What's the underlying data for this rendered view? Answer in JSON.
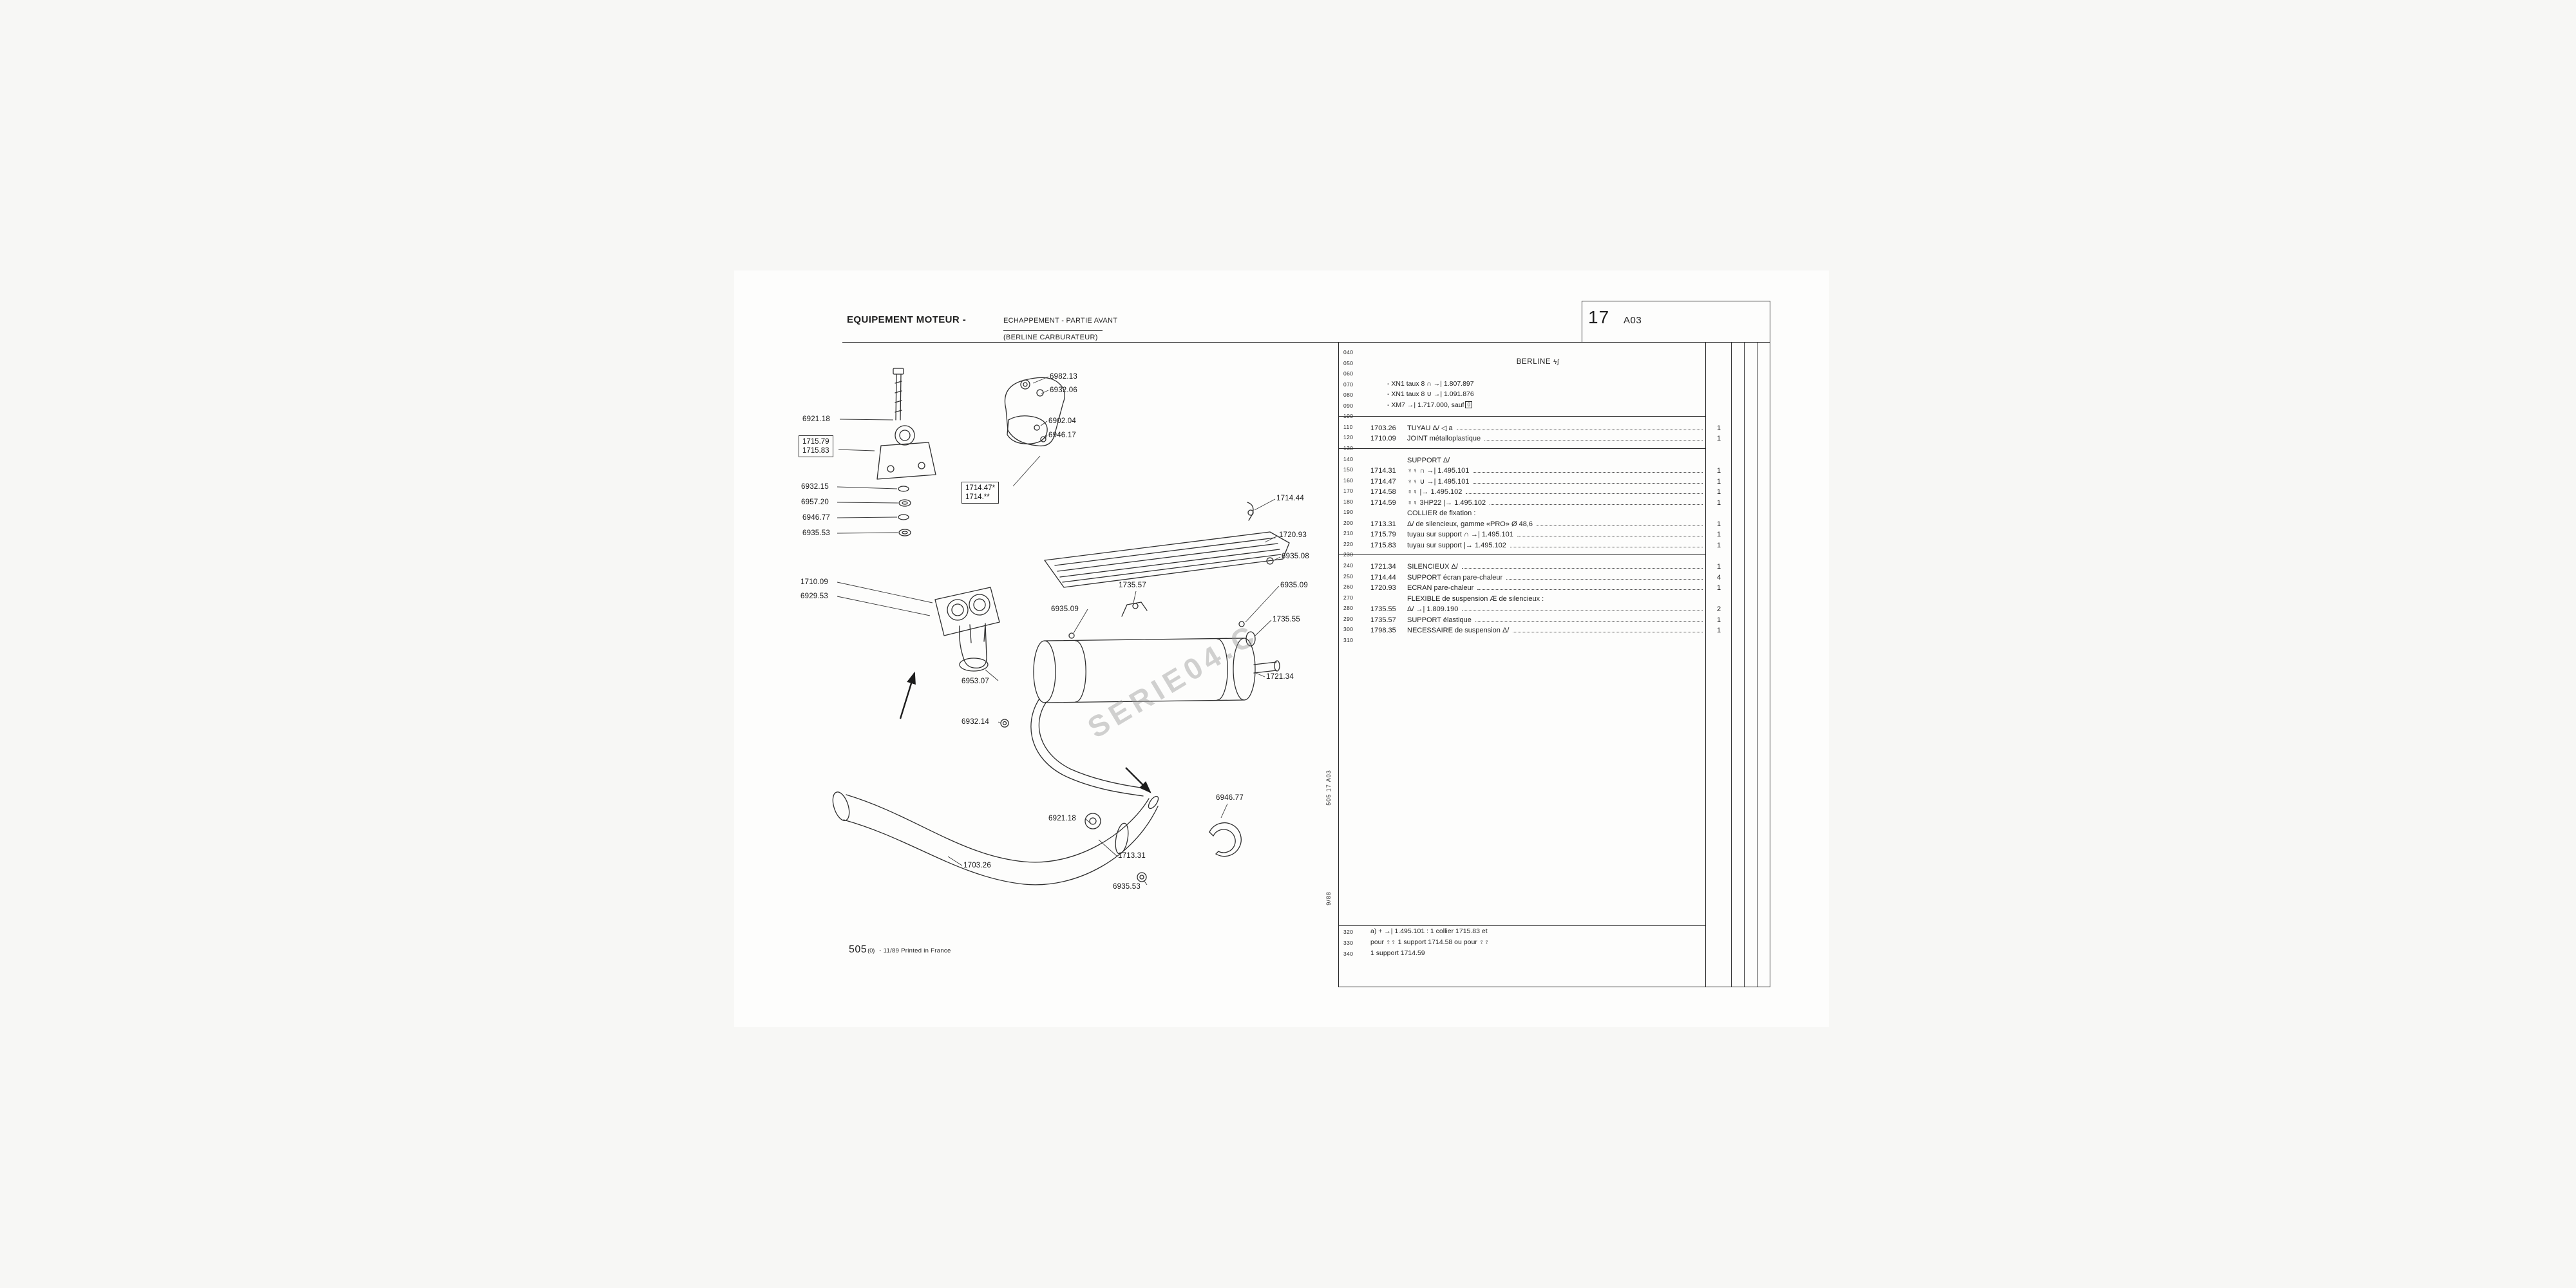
{
  "header": {
    "section": "EQUIPEMENT MOTEUR -",
    "title_line1": "ECHAPPEMENT - PARTIE AVANT",
    "title_line2": "(BERLINE CARBURATEUR)",
    "page_number": "17",
    "page_code": "A03"
  },
  "watermark": "SERIE04.C",
  "side_labels": {
    "vertical_ref": "505  17  A03",
    "vertical_date": "9/88"
  },
  "footer": {
    "ref": "505",
    "sub": "(0)",
    "note": "- 11/89 Printed in France"
  },
  "diagram": {
    "boxed_groups": [
      {
        "lines": [
          "1715.79",
          "1715.83"
        ]
      },
      {
        "lines": [
          "1714.47*",
          "1714.**"
        ]
      }
    ],
    "labels": [
      {
        "text": "6982.13"
      },
      {
        "text": "6932.06"
      },
      {
        "text": "6921.18"
      },
      {
        "text": "6902.04"
      },
      {
        "text": "6946.17"
      },
      {
        "text": "6932.15"
      },
      {
        "text": "6957.20"
      },
      {
        "text": "6946.77"
      },
      {
        "text": "6935.53"
      },
      {
        "text": "1714.44"
      },
      {
        "text": "1720.93"
      },
      {
        "text": "6935.08"
      },
      {
        "text": "1710.09"
      },
      {
        "text": "6929.53"
      },
      {
        "text": "1735.57"
      },
      {
        "text": "6935.09"
      },
      {
        "text": "6935.09"
      },
      {
        "text": "1735.55"
      },
      {
        "text": "6953.07"
      },
      {
        "text": "1721.34"
      },
      {
        "text": "6932.14"
      },
      {
        "text": "6946.77"
      },
      {
        "text": "6921.18"
      },
      {
        "text": "1713.31"
      },
      {
        "text": "1703.26"
      },
      {
        "text": "6935.53"
      }
    ]
  },
  "table": {
    "ruler": [
      "040",
      "050",
      "060",
      "070",
      "080",
      "090",
      "100",
      "110",
      "120",
      "130",
      "140",
      "150",
      "160",
      "170",
      "180",
      "190",
      "200",
      "210",
      "220",
      "230",
      "240",
      "250",
      "260",
      "270",
      "280",
      "290",
      "300",
      "310"
    ],
    "ruler_bottom": [
      "320",
      "330",
      "340"
    ],
    "header_block": {
      "title": "BERLINE",
      "title_symbols": "ϟ∫",
      "variants": [
        {
          "line": "070",
          "text": "- XN1 taux 8 ∩ →| 1.807.897"
        },
        {
          "line": "080",
          "text": "- XN1 taux 8 ∪ →| 1.091.876"
        },
        {
          "line": "090",
          "text": "- XM7 →| 1.717.000, sauf",
          "boxed": "0"
        }
      ]
    },
    "rows": [
      {
        "line": "110",
        "ref": "1703.26",
        "desc": "TUYAU Δ/ ◁ a",
        "qty": "1"
      },
      {
        "line": "120",
        "ref": "1710.09",
        "desc": "JOINT métalloplastique",
        "qty": "1"
      },
      {
        "line": "140",
        "ref": "",
        "desc": "SUPPORT Δ/",
        "qty": ""
      },
      {
        "line": "150",
        "ref": "1714.31",
        "desc": "♀♀ ∩ →| 1.495.101",
        "qty": "1"
      },
      {
        "line": "160",
        "ref": "1714.47",
        "desc": "♀♀ ∪ →| 1.495.101",
        "qty": "1"
      },
      {
        "line": "170",
        "ref": "1714.58",
        "desc": "♀♀ |→ 1.495.102",
        "qty": "1"
      },
      {
        "line": "180",
        "ref": "1714.59",
        "desc": "♀♀ 3HP22 |→ 1.495.102",
        "qty": "1"
      },
      {
        "line": "190",
        "ref": "",
        "desc": "COLLIER de fixation :",
        "qty": ""
      },
      {
        "line": "200",
        "ref": "1713.31",
        "desc": "Δ/ de silencieux, gamme «PRO» Ø 48,6",
        "qty": "1"
      },
      {
        "line": "210",
        "ref": "1715.79",
        "desc": "tuyau sur support ∩ →| 1.495.101",
        "qty": "1"
      },
      {
        "line": "220",
        "ref": "1715.83",
        "desc": "tuyau sur support |→ 1.495.102",
        "qty": "1"
      },
      {
        "line": "240",
        "ref": "1721.34",
        "desc": "SILENCIEUX Δ/",
        "qty": "1"
      },
      {
        "line": "250",
        "ref": "1714.44",
        "desc": "SUPPORT écran pare-chaleur",
        "qty": "4"
      },
      {
        "line": "260",
        "ref": "1720.93",
        "desc": "ECRAN pare-chaleur",
        "qty": "1"
      },
      {
        "line": "270",
        "ref": "",
        "desc": "FLEXIBLE de suspension Æ de silencieux :",
        "qty": ""
      },
      {
        "line": "280",
        "ref": "1735.55",
        "desc": "Δ/ →| 1.809.190",
        "qty": "2"
      },
      {
        "line": "290",
        "ref": "1735.57",
        "desc": "SUPPORT élastique",
        "qty": "1"
      },
      {
        "line": "300",
        "ref": "1798.35",
        "desc": "NECESSAIRE de suspension Δ/",
        "qty": "1"
      }
    ],
    "notes": [
      "a) + →| 1.495.101 : 1 collier 1715.83 et",
      "pour ♀♀ 1 support 1714.58 ou pour ♀♀",
      "1 support 1714.59"
    ]
  },
  "colors": {
    "ink": "#1e1e1e",
    "line": "#2c2c2c",
    "watermark": "#919191",
    "paper": "#fdfdfc"
  }
}
